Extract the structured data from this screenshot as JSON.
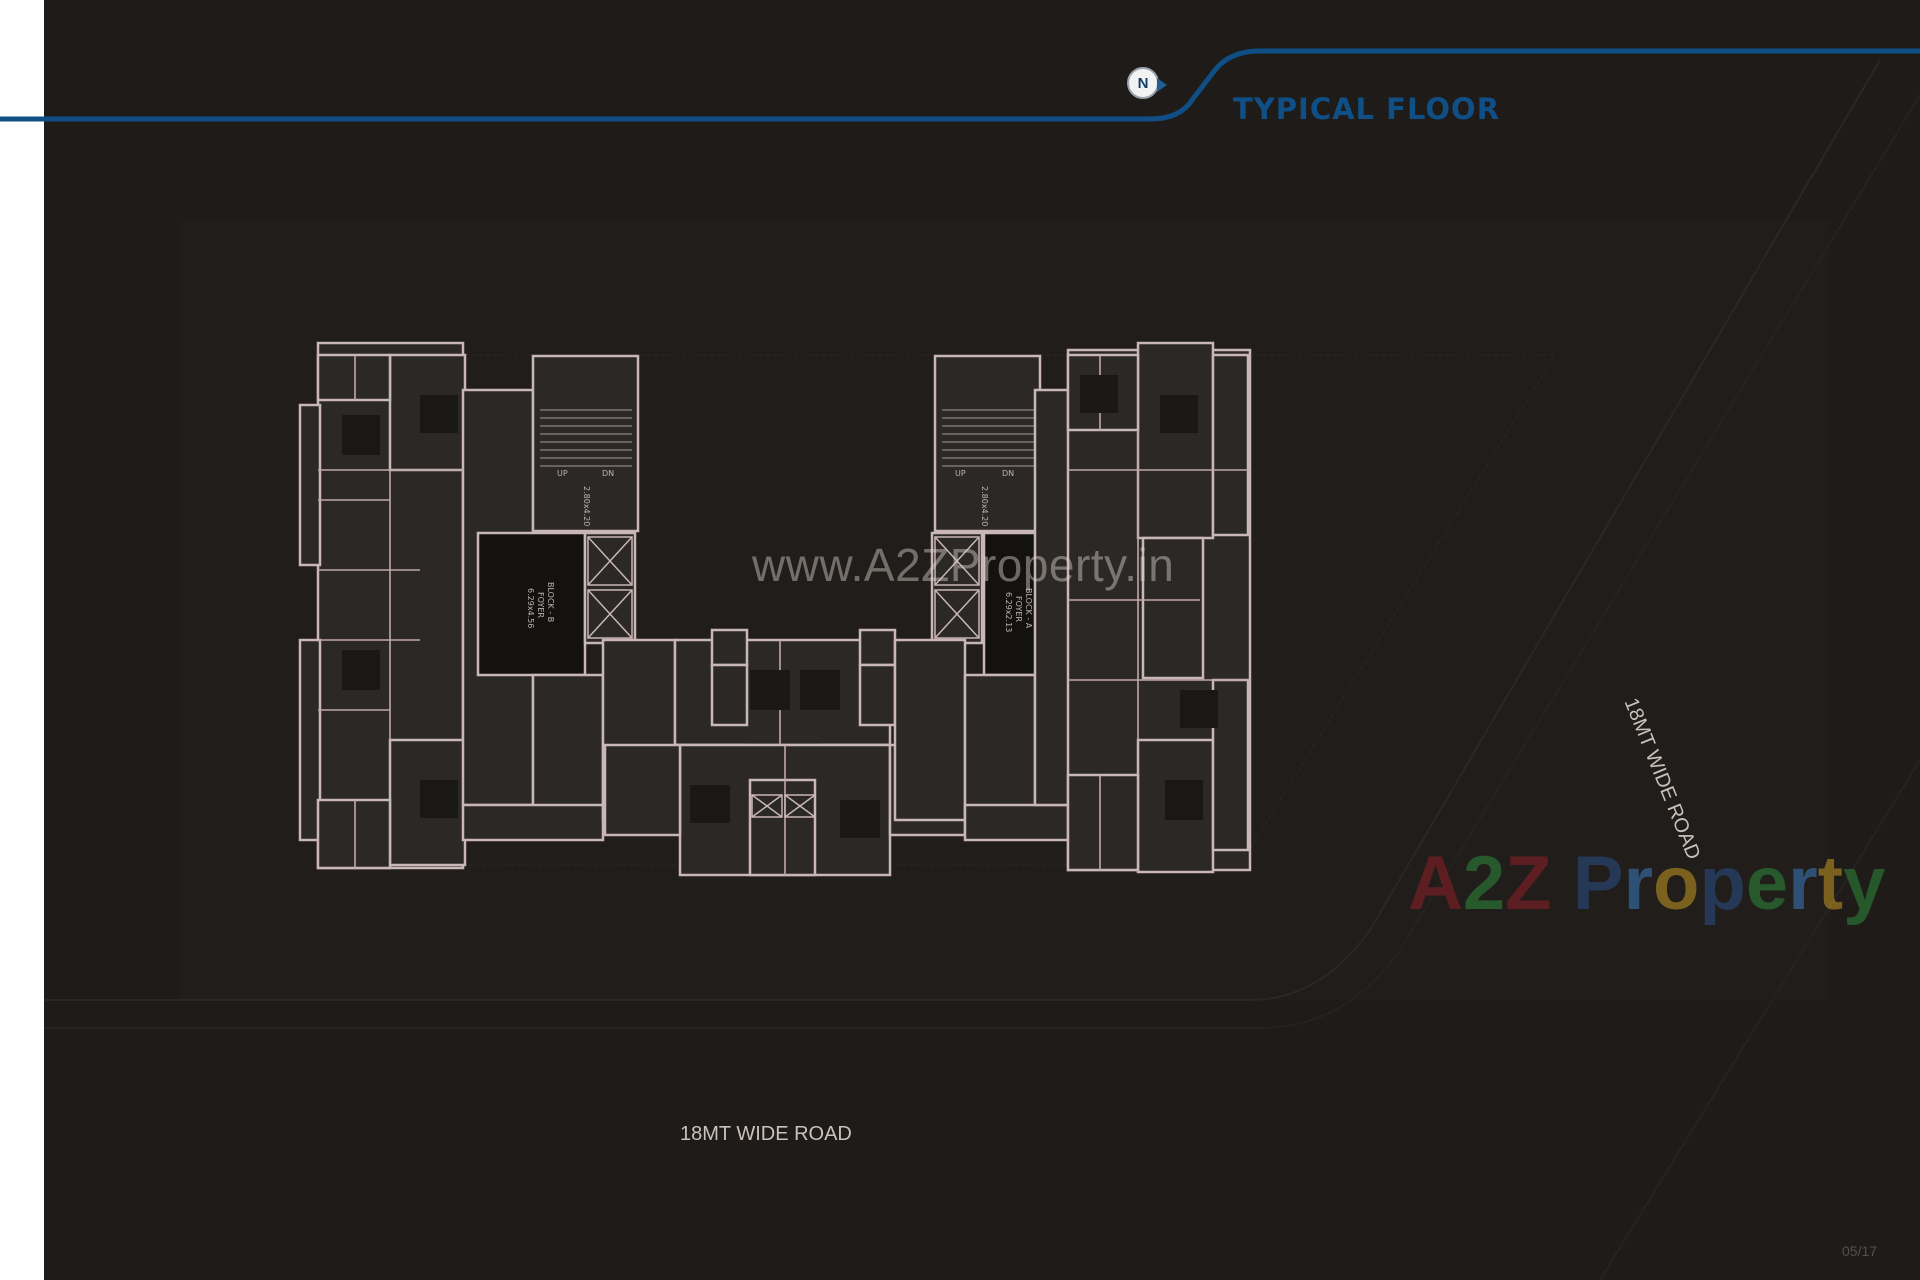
{
  "header": {
    "title": "TYPICAL FLOOR",
    "north_label": "N",
    "line_color": "#0f4f86"
  },
  "plan": {
    "block_b_label": "BLOCK - B",
    "block_b_sub": "FOYER",
    "block_b_dim": "6.29x4.56",
    "block_a_label": "BLOCK - A",
    "block_a_sub": "FOYER",
    "block_a_dim": "6.29x2.13",
    "stair_up": "UP",
    "stair_dn": "DN",
    "stair_dim": "2.80x4.20"
  },
  "roads": {
    "bottom": "18MT WIDE ROAD",
    "right": "18MT WIDE ROAD"
  },
  "watermark": {
    "url": "www.A2ZProperty.in",
    "logo": "A2Z Property"
  },
  "page_number": "05/17",
  "colors": {
    "background": "#1e1b19",
    "walls": "#c9b6b6",
    "accent": "#0f4f86"
  }
}
